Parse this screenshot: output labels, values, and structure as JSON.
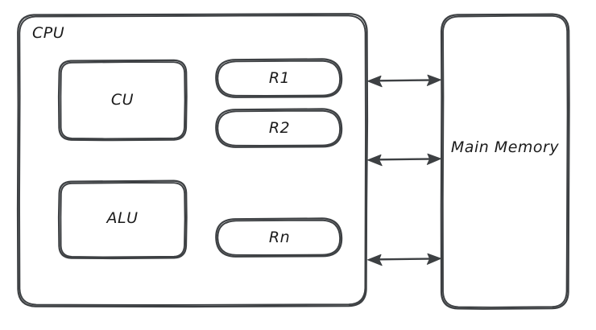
{
  "diagram": {
    "title_label": "CPU",
    "type": "block-diagram",
    "stroke_color": "#3d4043",
    "background_color": "#ffffff",
    "cpu": {
      "label": "CPU",
      "components": [
        {
          "id": "cu",
          "label": "CU",
          "shape": "rounded-rect"
        },
        {
          "id": "alu",
          "label": "ALU",
          "shape": "rounded-rect"
        }
      ],
      "registers": [
        {
          "id": "r1",
          "label": "R1",
          "shape": "stadium"
        },
        {
          "id": "r2",
          "label": "R2",
          "shape": "stadium"
        },
        {
          "id": "rn",
          "label": "Rn",
          "shape": "stadium"
        }
      ]
    },
    "memory": {
      "label": "Main Memory",
      "shape": "rounded-rect"
    },
    "connections": [
      {
        "id": "bus-1",
        "from": "cpu",
        "to": "memory",
        "style": "double-arrow"
      },
      {
        "id": "bus-2",
        "from": "cpu",
        "to": "memory",
        "style": "double-arrow"
      },
      {
        "id": "bus-3",
        "from": "cpu",
        "to": "memory",
        "style": "double-arrow"
      }
    ]
  }
}
